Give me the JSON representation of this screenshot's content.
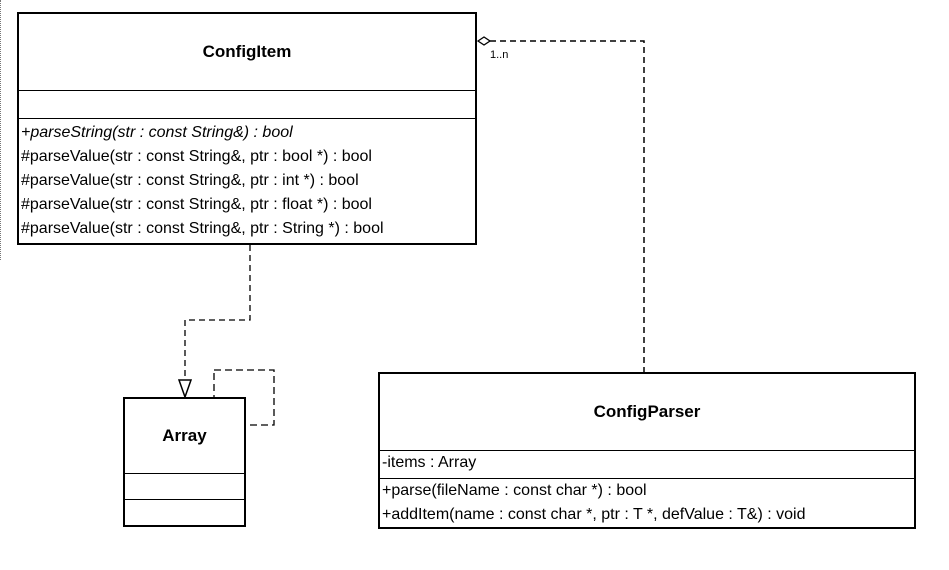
{
  "config_item": {
    "name": "ConfigItem",
    "methods": [
      "+parseString(str : const String&) : bool",
      "#parseValue(str : const String&, ptr : bool *) : bool",
      "#parseValue(str : const String&, ptr : int *) : bool",
      "#parseValue(str : const String&, ptr : float *) : bool",
      "#parseValue(str : const String&, ptr : String *) : bool"
    ]
  },
  "array": {
    "name": "Array"
  },
  "config_parser": {
    "name": "ConfigParser",
    "attributes": [
      "-items : Array"
    ],
    "methods": [
      "+parse(fileName : const char *) : bool",
      "+addItem(name : const char *, ptr : T *, defValue : T&) : void"
    ]
  },
  "association": {
    "multiplicity": "1..n"
  }
}
